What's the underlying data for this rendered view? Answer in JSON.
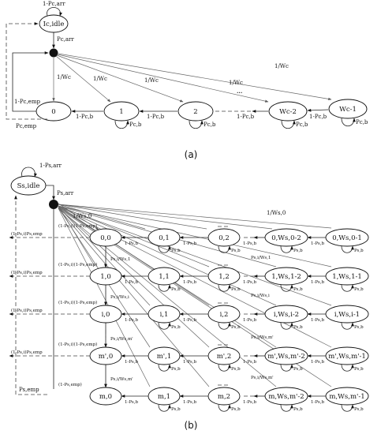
{
  "panel_a": {
    "caption": "(a)",
    "idle_state": "Ic,idle",
    "idle_self_loop": "1-Pc,arr",
    "arrival_prob": "Pc,arr",
    "empty_prob": "1-Pc,emp",
    "empty_prob_return": "Pc,emp",
    "states": [
      "0",
      "1",
      "2",
      "Wc-2",
      "Wc-1"
    ],
    "entry_labels": [
      "1/Wc",
      "1/Wc",
      "1/Wc",
      "1/Wc",
      "1/Wc"
    ],
    "back_labels": [
      "1-Pc,b",
      "1-Pc,b",
      "1-Pc,b",
      "1-Pc,b"
    ],
    "self_loop": "Pc,b",
    "ellipsis": "..."
  },
  "panel_b": {
    "caption": "(b)",
    "idle_state": "Ss,idle",
    "idle_self_loop": "1-Ps,arr",
    "arrival_prob": "Ps,arr",
    "empty_prob": "Ps,emp",
    "row_states": [
      [
        "0,0",
        "0,1",
        "0,2",
        "0,Ws,0-2",
        "0,Ws,0-1"
      ],
      [
        "1,0",
        "1,1",
        "1,2",
        "1,Ws,1-2",
        "1,Ws,1-1"
      ],
      [
        "i,0",
        "i,1",
        "i,2",
        "i,Ws,i-2",
        "i,Ws,i-1"
      ],
      [
        "m',0",
        "m',1",
        "m',2",
        "m',Ws,m'-2",
        "m',Ws,m'-1"
      ],
      [
        "m,0",
        "m,1",
        "m,2",
        "m,Ws,m'-2",
        "m,Ws,m'-1"
      ]
    ],
    "left_labels": [
      "(1-Ps,i)Ps,emp",
      "(1-Ps,i)Ps,emp",
      "(1-Ps,i)Ps,emp",
      "(1-Ps,i)Ps,emp"
    ],
    "down_labels": [
      "(1-Ps,i)(1-Ps,emp)",
      "(1-Ps,i)(1-Ps,emp)",
      "(1-Ps,i)(1-Ps,emp)",
      "(1-Ps,i)(1-Ps,emp)",
      "(1-Ps,emp)"
    ],
    "stage_entry": [
      "1/Ws,0",
      "Ps,i/Ws,1",
      "Ps,i/Ws,i",
      "Ps,i/Ws,m'",
      "Ps,i/Ws,m'"
    ],
    "far_entry": [
      "1/Ws,0",
      "Ps,i/Ws,1",
      "Ps,i/Ws,i",
      "Ps,i/Ws,m'",
      "Ps,i/Ws,m'"
    ],
    "back_label": "1-Ps,b",
    "self_loop": "Ps,b",
    "ellipsis": "..."
  }
}
